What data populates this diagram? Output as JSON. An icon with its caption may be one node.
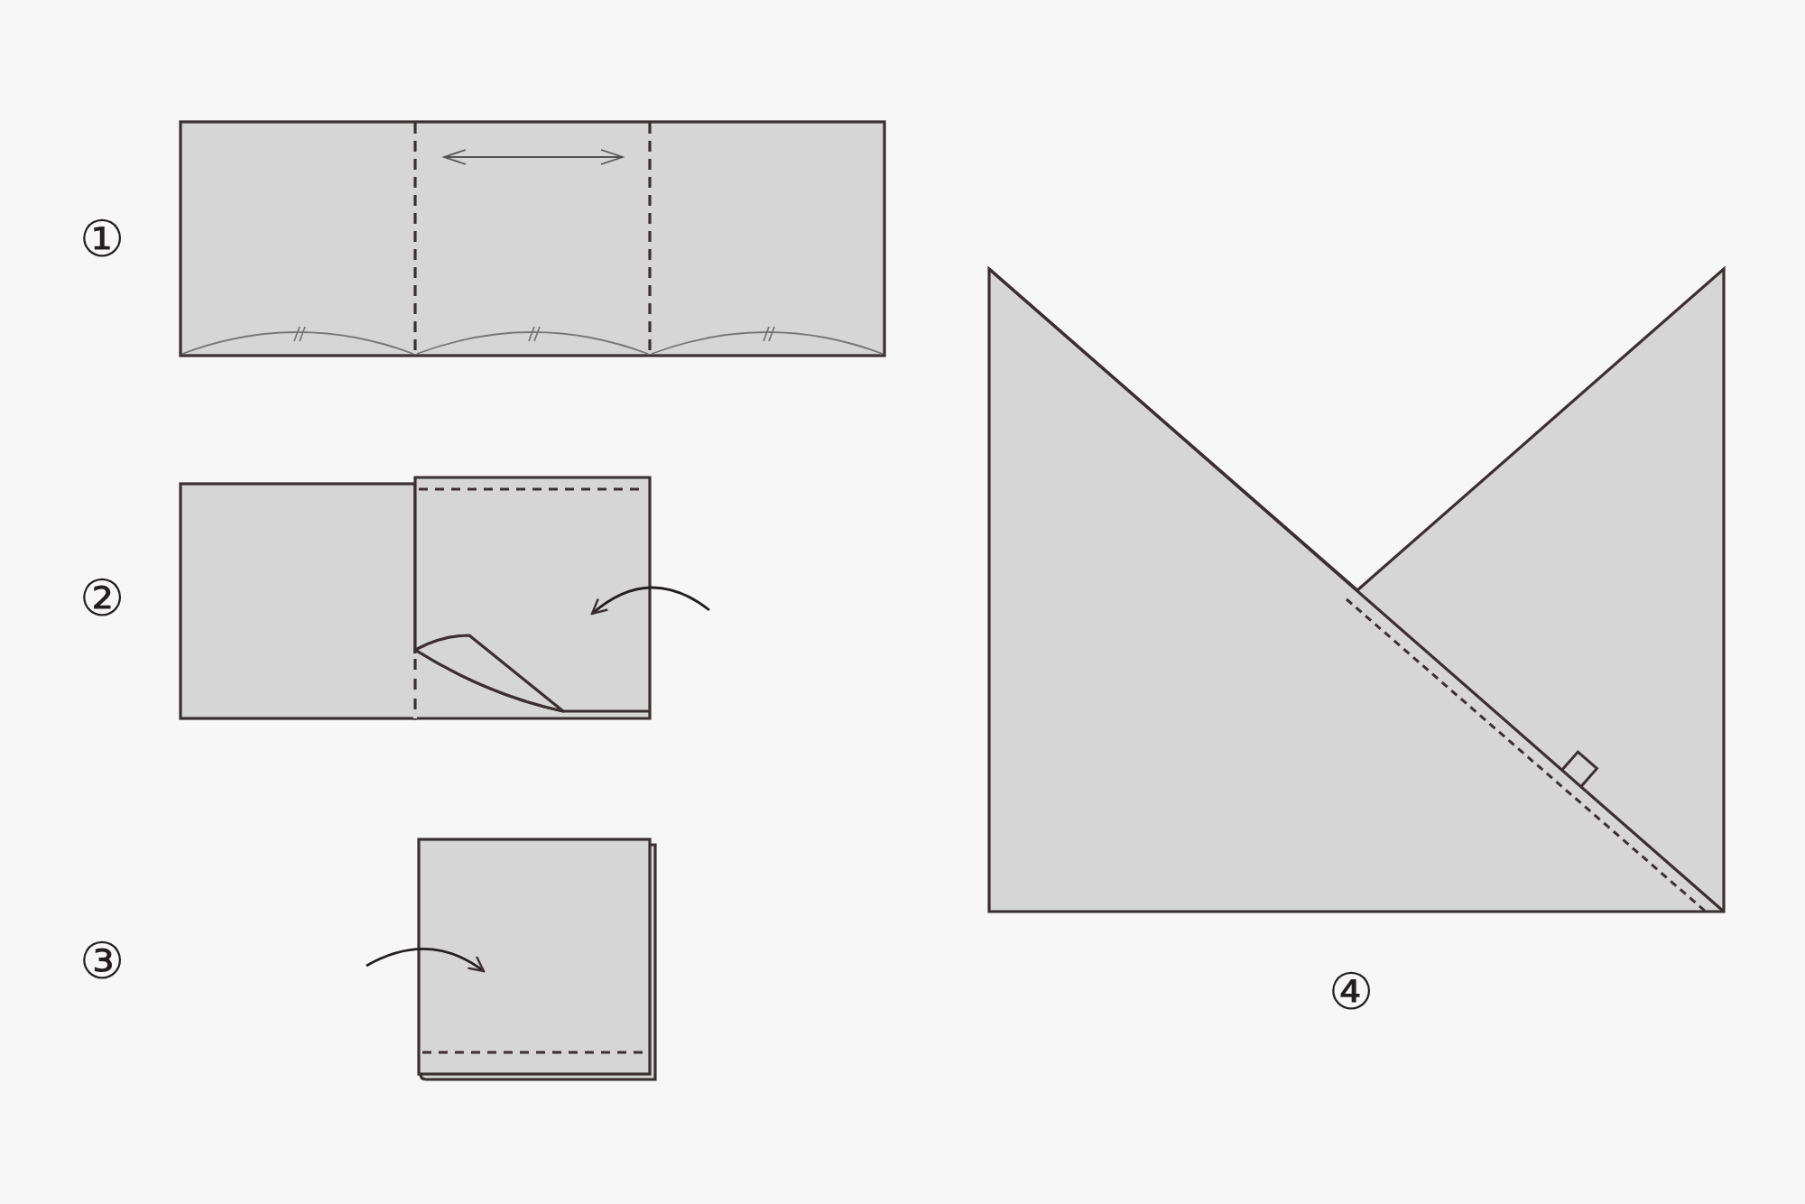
{
  "diagram": {
    "labels": [
      "①",
      "②",
      "③",
      "④"
    ]
  }
}
